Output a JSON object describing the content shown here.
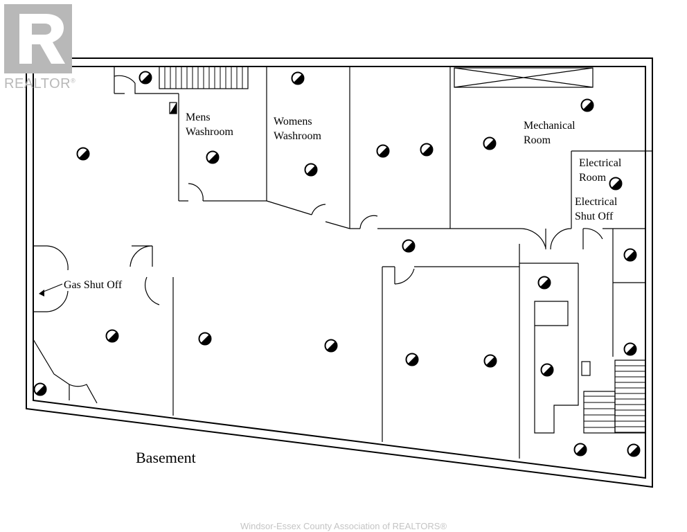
{
  "logo": {
    "text": "REALTOR",
    "mark": "®"
  },
  "labels": {
    "mens": [
      "Mens",
      "Washroom"
    ],
    "womens": [
      "Womens",
      "Washroom"
    ],
    "mechanical": [
      "Mechanical",
      "Room"
    ],
    "electrical_room": [
      "Electrical",
      "Room"
    ],
    "electrical_shutoff": [
      "Electrical",
      "Shut Off"
    ],
    "gas_shutoff": "Gas Shut Off",
    "title": "Basement"
  },
  "footer": "Windsor-Essex County Association of REALTORS®",
  "colors": {
    "line": "#000000",
    "logo": "#b8b8b8",
    "footer": "#c4c4c4"
  }
}
